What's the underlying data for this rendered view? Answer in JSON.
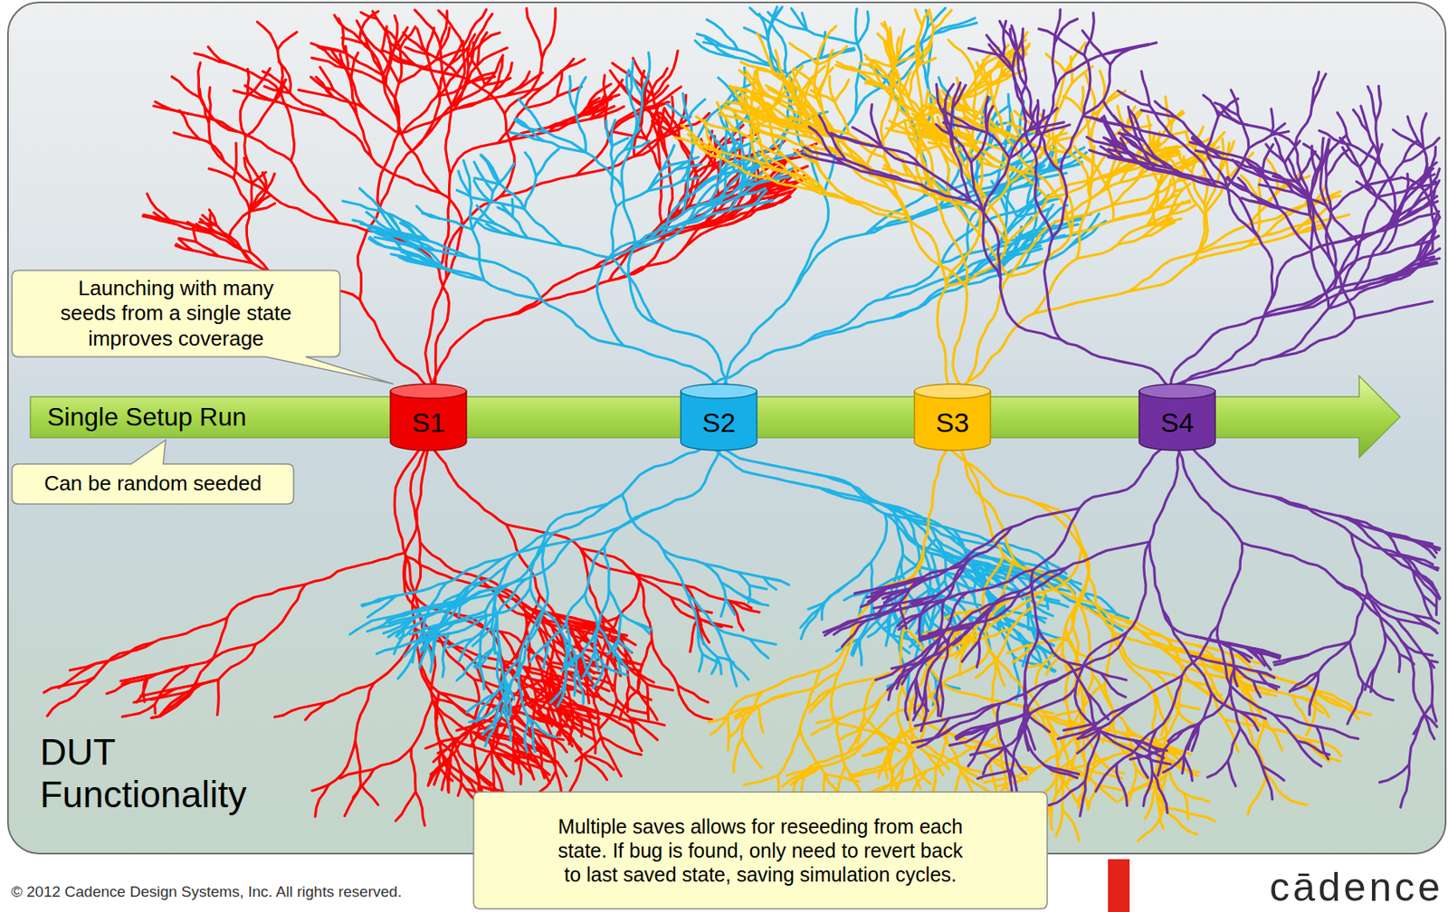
{
  "diagram": {
    "nodes": [
      {
        "text": [
          "DUT Functionality"
        ]
      },
      {
        "text": [
          "Single Setup Run"
        ],
        "in": 0
      },
      {
        "text": [
          "S1"
        ],
        "in": 0
      },
      {
        "text": [
          "S2"
        ],
        "in": 0
      },
      {
        "text": [
          "S3"
        ],
        "in": 0
      },
      {
        "text": [
          "S4"
        ],
        "in": 0
      },
      {
        "text": [
          "Launching with many seeds from a single state improves coverage"
        ],
        "in": 0
      },
      {
        "text": [
          "Can be random seeded"
        ],
        "in": 0
      },
      {
        "text": [
          "Multiple saves allows for reseeding from each state. If bug is found, only need to revert back to last saved state, saving simulation cycles."
        ]
      }
    ],
    "labels": [
      "© 2012 Cadence Design Systems, Inc. All rights reserved.",
      "cādence"
    ]
  }
}
